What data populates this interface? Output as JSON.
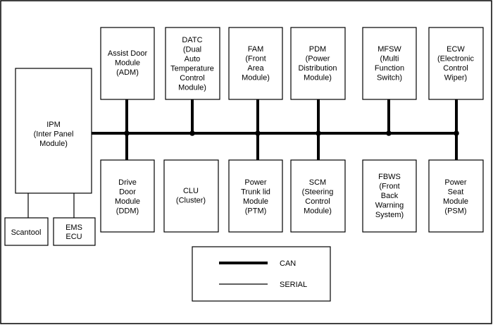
{
  "diagram": {
    "modules": {
      "ipm": [
        "IPM",
        "(Inter Panel",
        "Module)"
      ],
      "adm": [
        "Assist Door",
        "Module",
        "(ADM)"
      ],
      "datc": [
        "DATC",
        "(Dual",
        "Auto",
        "Temperature",
        "Control",
        "Module)"
      ],
      "fam": [
        "FAM",
        "(Front",
        "Area",
        "Module)"
      ],
      "pdm": [
        "PDM",
        "(Power",
        "Distribution",
        "Module)"
      ],
      "mfsw": [
        "MFSW",
        "(Multi",
        "Function",
        "Switch)"
      ],
      "ecw": [
        "ECW",
        "(Electronic",
        "Control",
        "Wiper)"
      ],
      "ddm": [
        "Drive",
        "Door",
        "Module",
        "(DDM)"
      ],
      "clu": [
        "CLU",
        "(Cluster)"
      ],
      "ptm": [
        "Power",
        "Trunk lid",
        "Module",
        "(PTM)"
      ],
      "scm": [
        "SCM",
        "(Steering",
        "Control",
        "Module)"
      ],
      "fbws": [
        "FBWS",
        "(Front",
        "Back",
        "Warning",
        "System)"
      ],
      "psm": [
        "Power",
        "Seat",
        "Module",
        "(PSM)"
      ],
      "scantool": [
        "Scantool"
      ],
      "ems": [
        "EMS",
        "ECU"
      ]
    },
    "legend": {
      "can": "CAN",
      "serial": "SERIAL"
    }
  }
}
